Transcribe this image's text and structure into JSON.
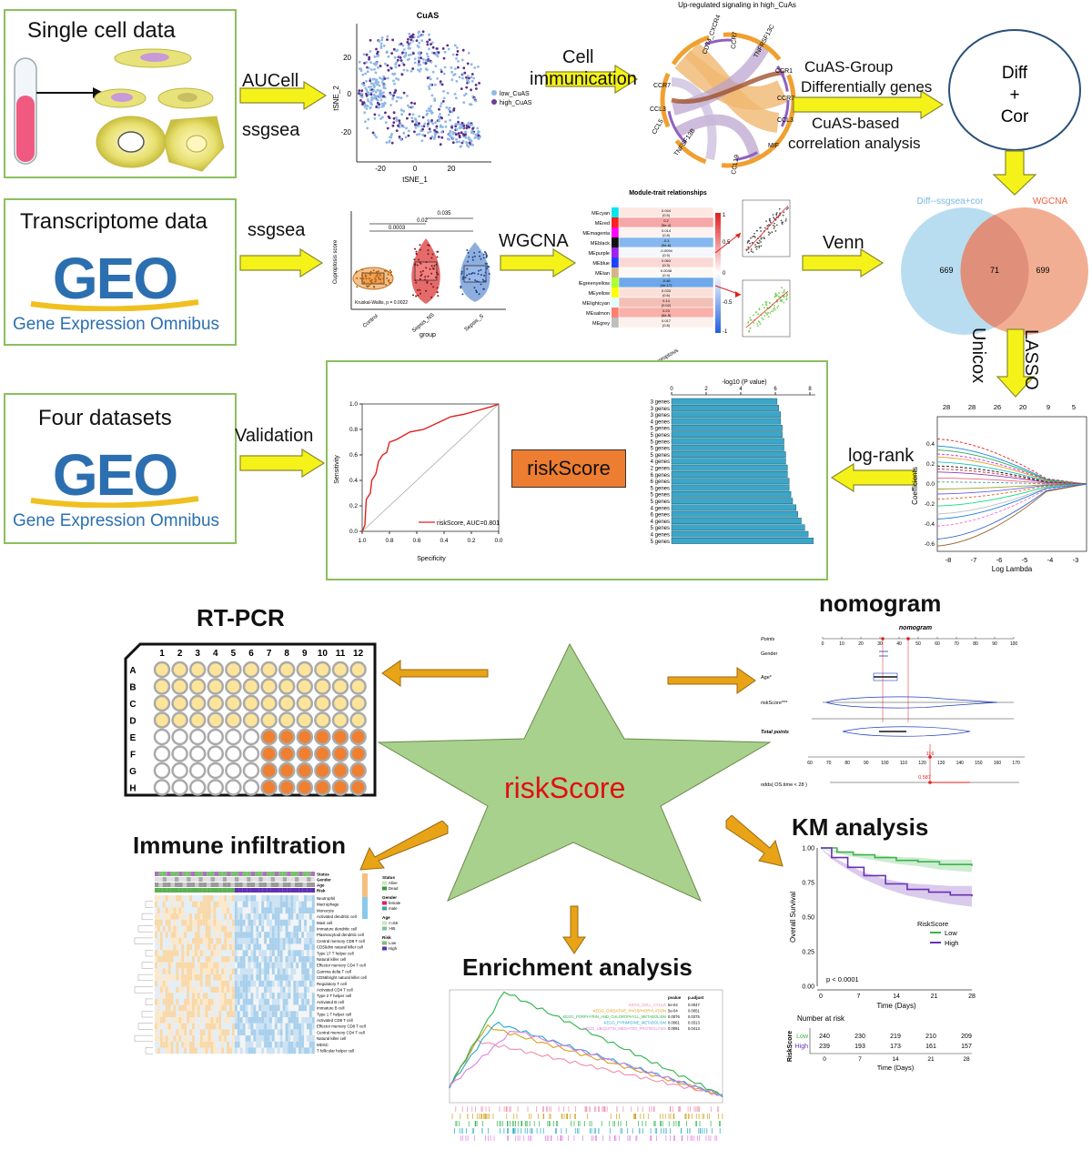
{
  "row1": {
    "box_title": "Single cell data",
    "arrow_aucell": "AUCell",
    "arrow_ssgsea": "ssgsea",
    "tsne_title": "CuAS",
    "tsne_legend": [
      "low_CuAS",
      "high_CuAS"
    ],
    "tsne_xlabel": "tSNE_1",
    "tsne_ylabel": "tSNE_2",
    "tsne_xticks": [
      "-20",
      "0",
      "20"
    ],
    "tsne_yticks": [
      "20",
      "0",
      "-20"
    ],
    "comm_label_1": "Cell",
    "comm_label_2": "immunication",
    "chord_title": "Up-regulated signaling in high_CuAs",
    "chord_genes": [
      "CD74_CXCR4",
      "CCR7",
      "TNFRSF13C",
      "CCR1",
      "CCR7",
      "CCL3",
      "MIF",
      "CCL19",
      "TNFSF13B",
      "CCL5",
      "CCL3",
      "CCR7"
    ],
    "group_label_1": "CuAS-Group",
    "group_label_2": "Differentially genes",
    "corr_label_1": "CuAS-based",
    "corr_label_2": "correlation analysis",
    "circle_lines": [
      "Diff",
      "+",
      "Cor"
    ]
  },
  "row2": {
    "box_title": "Transcriptome data",
    "geo_logo": "GEO",
    "geo_sub": "Gene Expression Omnibus",
    "arrow_ssgsea": "ssgsea",
    "violin_ylabel": "Cuproptosis score",
    "violin_xlabel": "group",
    "violin_groups": [
      "Control",
      "Sepsis_NS",
      "Sepsis_S"
    ],
    "violin_pvals": [
      "0.0003",
      "0.02",
      "0.035"
    ],
    "violin_test": "Kruskal-Wallis, p = 0.0022",
    "arrow_wgcna": "WGCNA",
    "wgcna_title": "Module-trait relationships",
    "wgcna_modules": [
      "MEcyan",
      "MEred",
      "MEmagenta",
      "MEblack",
      "MEpurple",
      "MEblue",
      "MEtan",
      "MEgreenyellow",
      "MEyellow",
      "MElightcyan",
      "MEsalmon",
      "MEgrey"
    ],
    "wgcna_values": [
      "0.044\n(0.5)",
      "0.2\n(5e-4)",
      "0.014\n(0.8)",
      "-0.3\n(9e-6)",
      "-0.0094\n(0.9)",
      "0.063\n(0.3)",
      "0.0048\n(0.9)",
      "-0.46\n(4e-17)",
      "0.033\n(0.6)",
      "0.14\n(0.02)",
      "0.23\n(6e-5)",
      "0.017\n(0.8)"
    ],
    "wgcna_xlabel": "Cuproptosis",
    "wgcna_scale": [
      "1",
      "0.5",
      "0",
      "-0.5",
      "-1"
    ],
    "arrow_venn": "Venn",
    "venn_left": "Diff--ssgsea+cor",
    "venn_right": "WGCNA",
    "venn_counts": [
      "669",
      "71",
      "699"
    ]
  },
  "row3": {
    "box_title": "Four datasets",
    "geo_logo": "GEO",
    "geo_sub": "Gene Expression Omnibus",
    "arrow_validation": "Validation",
    "roc_xlabel": "Specificity",
    "roc_ylabel": "Sensitivity",
    "roc_xticks": [
      "1.0",
      "0.8",
      "0.6",
      "0.4",
      "0.2",
      "0.0"
    ],
    "roc_yticks": [
      "0.0",
      "0.2",
      "0.4",
      "0.6",
      "0.8",
      "1.0"
    ],
    "roc_legend": "riskScore, AUC=0.801",
    "riskscore_box": "riskScore",
    "bar_title": "-log10 (P value)",
    "bar_ticks": [
      "0",
      "2",
      "4",
      "6",
      "8"
    ],
    "bar_labels": [
      "3 genes",
      "3 genes",
      "3 genes",
      "4 genes",
      "5 genes",
      "5 genes",
      "5 genes",
      "5 genes",
      "5 genes",
      "4 genes",
      "2 genes",
      "6 genes",
      "6 genes",
      "5 genes",
      "5 genes",
      "5 genes",
      "4 genes",
      "6 genes",
      "4 genes",
      "5 genes",
      "4 genes",
      "5 genes"
    ],
    "arrow_logrank": "log-rank",
    "unicox_label": "Unicox",
    "lasso_label": "LASSO",
    "lasso_top_ticks": [
      "28",
      "28",
      "26",
      "20",
      "9",
      "5"
    ],
    "lasso_yticks": [
      "0.4",
      "0.2",
      "0.0",
      "-0.2",
      "-0.4",
      "-0.6"
    ],
    "lasso_xticks": [
      "-8",
      "-7",
      "-6",
      "-5",
      "-4",
      "-3"
    ],
    "lasso_xlabel": "Log Lambda",
    "lasso_ylabel": "Coefficients"
  },
  "bottom": {
    "star_label": "riskScore",
    "rtpcr_title": "RT-PCR",
    "plate_cols": [
      "1",
      "2",
      "3",
      "4",
      "5",
      "6",
      "7",
      "8",
      "9",
      "10",
      "11",
      "12"
    ],
    "plate_rows": [
      "A",
      "B",
      "C",
      "D",
      "E",
      "F",
      "G",
      "H"
    ],
    "nomogram_title": "nomogram",
    "nomo_inner_title": "nomogram",
    "nomo_rows": [
      "Points",
      "Gender",
      "Age*",
      "riskScore***",
      "Total points",
      "odds( OS.time < 28 )"
    ],
    "nomo_points_ticks": [
      "0",
      "10",
      "20",
      "30",
      "40",
      "50",
      "60",
      "70",
      "80",
      "90",
      "100"
    ],
    "nomo_total_ticks": [
      "60",
      "70",
      "80",
      "90",
      "100",
      "110",
      "120",
      "130",
      "140",
      "150",
      "160",
      "170"
    ],
    "nomo_total_value": "116",
    "nomo_odds_value": "0.587",
    "immune_title": "Immune infiltration",
    "immune_tracks": [
      "Status",
      "Gender",
      "Age",
      "Risk"
    ],
    "immune_cells": [
      "Neutrophil",
      "Macrophage",
      "Monocyte",
      "Activated dendritic cell",
      "Mast cell",
      "Immature dendritic cell",
      "Plasmacytoid dendritic cell",
      "Central memory CD8 T cell",
      "CD56dim natural killer cell",
      "Type 17 T helper cell",
      "Natural killer cell",
      "Effector memory CD4 T cell",
      "Gamma delta T cell",
      "CD56bright natural killer cell",
      "Regulatory T cell",
      "Activated CD4 T cell",
      "Type 2 T helper cell",
      "Activated B cell",
      "Immature B cell",
      "Type 1 T helper cell",
      "Activated CD8 T cell",
      "Effector memory CD8 T cell",
      "Central memory CD4 T cell",
      "Natural killer cell",
      "MDSC",
      "T follicular helper cell"
    ],
    "immune_legend": [
      "Status",
      "Alive",
      "Dead",
      "Gender",
      "female",
      "male",
      "Age",
      "<=65",
      ">65",
      "Risk",
      "Low",
      "High"
    ],
    "enrich_title": "Enrichment analysis",
    "enrich_table_head": [
      "pvalue",
      "p.adjust"
    ],
    "enrich_terms": [
      {
        "name": "KEGG_CELL_CYCLE",
        "pvalue": "5e-04",
        "padj": "0.0047",
        "color": "#f08cb0"
      },
      {
        "name": "KEGG_OXIDATIVE_PHOSPHORYLATION",
        "pvalue": "5e-04",
        "padj": "0.0051",
        "color": "#d4a017"
      },
      {
        "name": "KEGG_PORPHYRIN_AND_CHLOROPHYLL_METABOLISM",
        "pvalue": "0.0076",
        "padj": "0.0375",
        "color": "#2db34a"
      },
      {
        "name": "KEGG_PYRIMIDINE_METABOLISM",
        "pvalue": "0.0061",
        "padj": "0.0313",
        "color": "#22a8c8"
      },
      {
        "name": "KEGG_UBIQUITIN_MEDIATED_PROTEOLYSIS",
        "pvalue": "0.0091",
        "padj": "0.0413",
        "color": "#e07ee0"
      }
    ],
    "km_title": "KM analysis",
    "km_ylabel": "Overall Survival",
    "km_xlabel": "Time (Days)",
    "km_yticks": [
      "1.00",
      "0.75",
      "0.50",
      "0.25",
      "0.00"
    ],
    "km_xticks": [
      "0",
      "7",
      "14",
      "21",
      "28"
    ],
    "km_legend_title": "RiskScore",
    "km_legend": [
      "Low",
      "High"
    ],
    "km_pvalue": "p < 0.0001",
    "risk_table_title": "Number at risk",
    "risk_table_ylabel": "RiskScore",
    "risk_low_label": "Low",
    "risk_high_label": "High",
    "risk_low": [
      "240",
      "230",
      "219",
      "210",
      "209"
    ],
    "risk_high": [
      "239",
      "193",
      "173",
      "161",
      "157"
    ],
    "risk_xticks": [
      "0",
      "7",
      "14",
      "21",
      "28"
    ],
    "risk_xlabel": "Time (Days)"
  },
  "colors": {
    "box_border": "#8cbf5e",
    "arrow_fill": "#f5f21a",
    "arrow_stroke": "#8a8a2a",
    "star_fill": "#a9d18e",
    "star_text": "#e01010",
    "orange_arrow": "#e8a317",
    "riskscore_box": "#ed7d31",
    "geo_blue": "#2c6fb0",
    "km_low": "#3cb44b",
    "km_high": "#6a2fb5"
  }
}
